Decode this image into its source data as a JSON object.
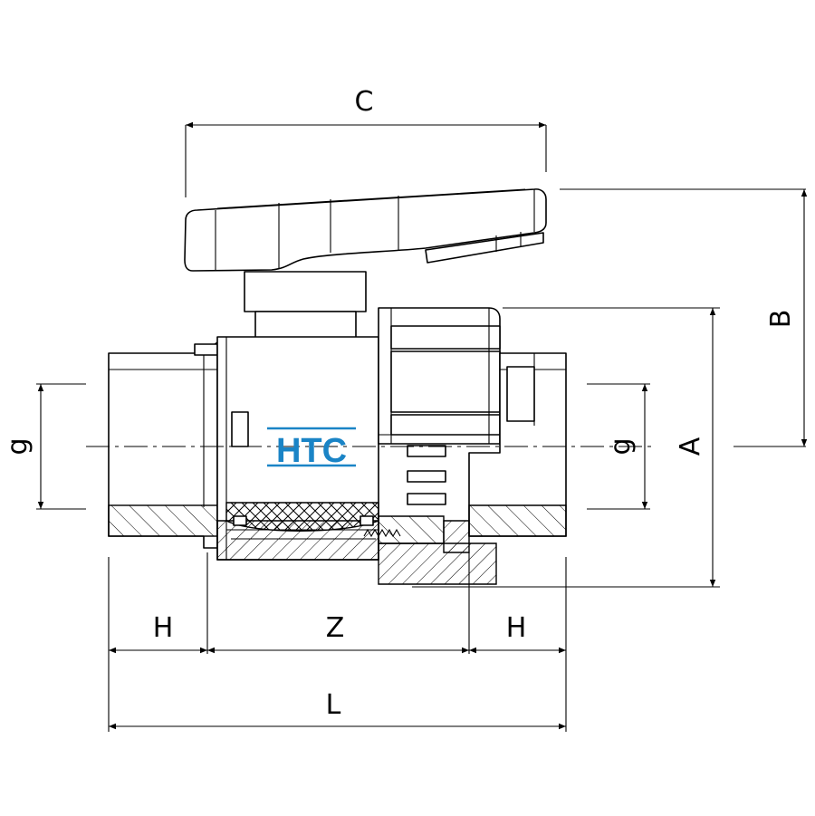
{
  "logo": {
    "text": "HTC",
    "color": "#1a84c6"
  },
  "dimensions": {
    "c": "C",
    "b": "B",
    "a": "A",
    "g_left": "g",
    "g_right": "g",
    "h_left": "H",
    "z": "Z",
    "h_right": "H",
    "l": "L"
  }
}
